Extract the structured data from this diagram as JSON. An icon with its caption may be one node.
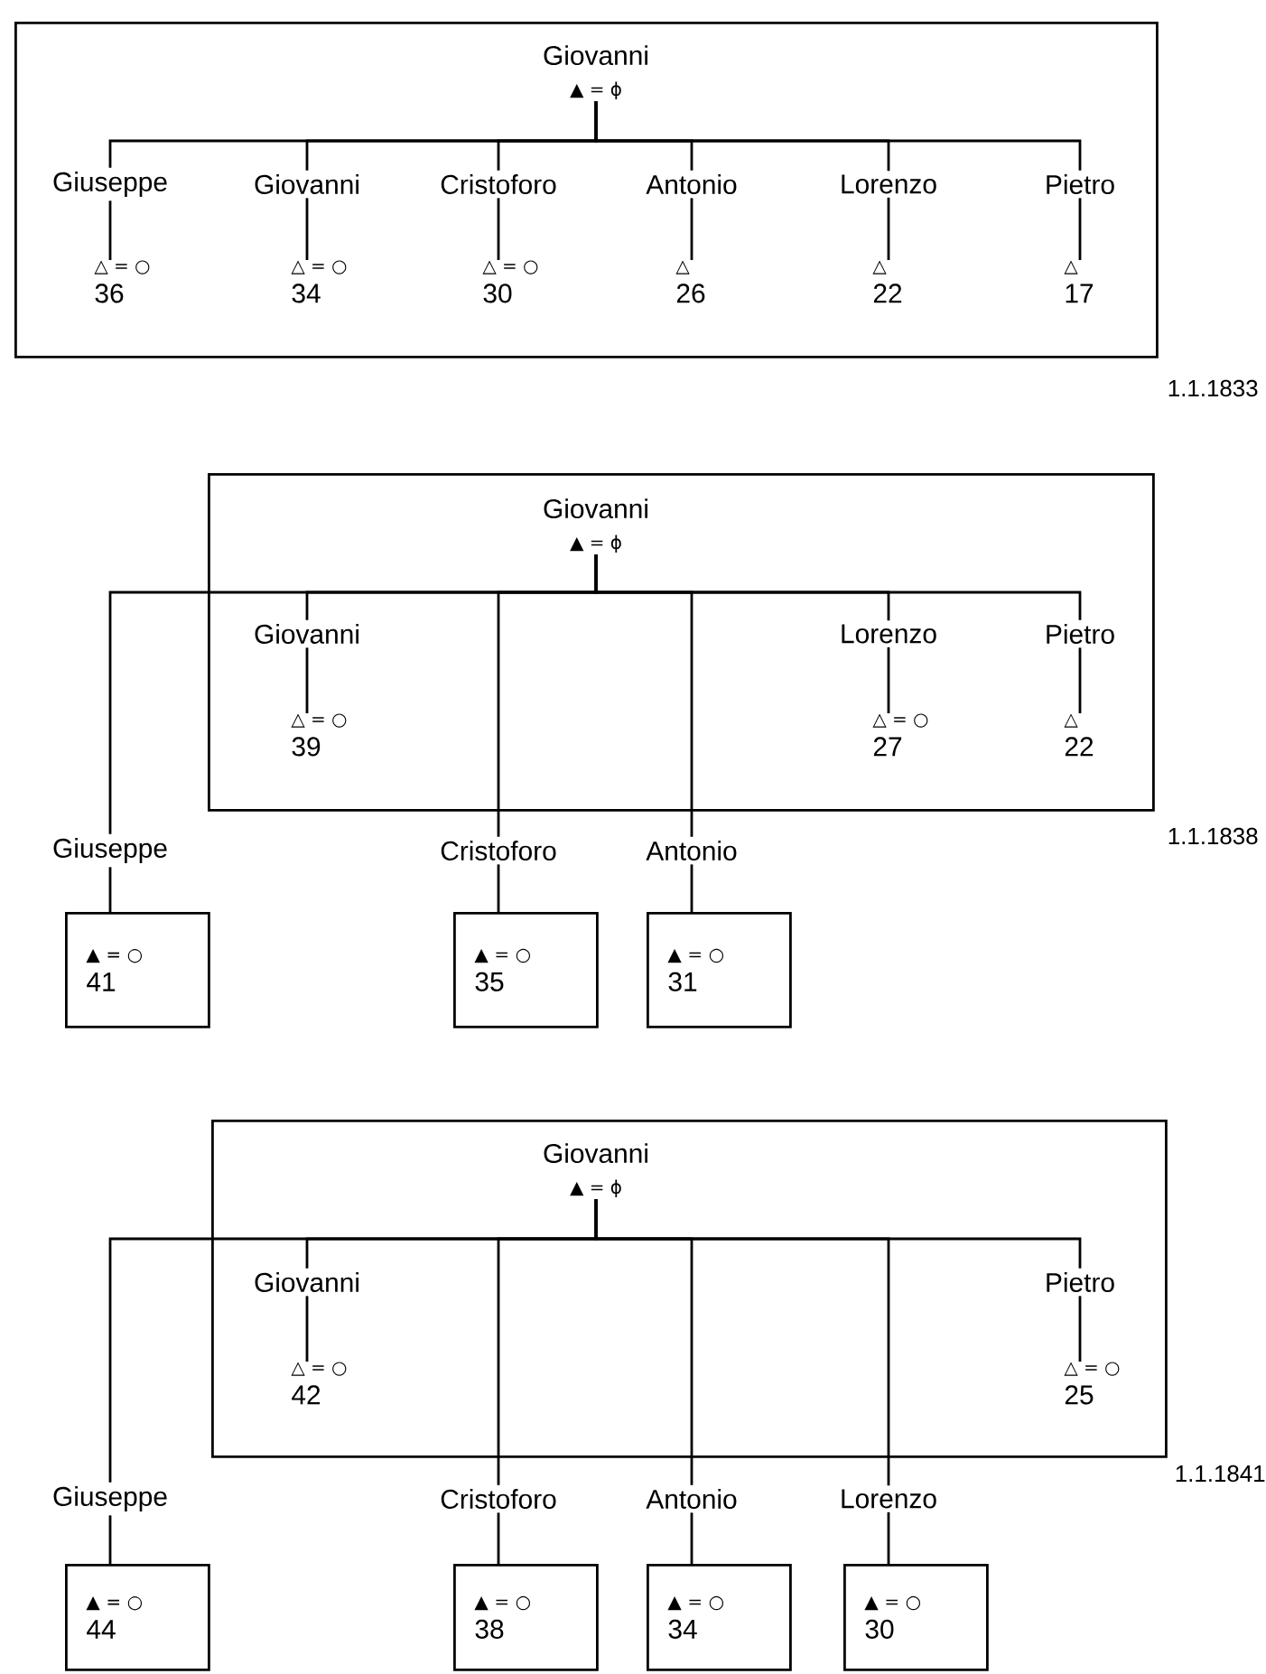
{
  "diagram": {
    "nodes": [
      {
        "text": [],
        "shape": "box",
        "beside": [
          "1.1.1833"
        ]
      },
      {
        "text": [
          "Giovanni",
          "▲ = ϕ"
        ],
        "in": 0
      },
      {
        "text": [
          "Giuseppe"
        ],
        "in": 0
      },
      {
        "text": [
          "△ = ○",
          "36"
        ],
        "in": 0
      },
      {
        "text": [
          "Giovanni"
        ],
        "in": 0
      },
      {
        "text": [
          "△ = ○",
          "34"
        ],
        "in": 0
      },
      {
        "text": [
          "Cristoforo"
        ],
        "in": 0
      },
      {
        "text": [
          "△ = ○",
          "30"
        ],
        "in": 0
      },
      {
        "text": [
          "Antonio"
        ],
        "in": 0
      },
      {
        "text": [
          "△",
          "26"
        ],
        "in": 0
      },
      {
        "text": [
          "Lorenzo"
        ],
        "in": 0
      },
      {
        "text": [
          "△",
          "22"
        ],
        "in": 0
      },
      {
        "text": [
          "Pietro"
        ],
        "in": 0
      },
      {
        "text": [
          "△",
          "17"
        ],
        "in": 0
      },
      {
        "text": [],
        "shape": "box",
        "beside": [
          "1.1.1838"
        ]
      },
      {
        "text": [
          "Giovanni",
          "▲ = ϕ"
        ],
        "in": 14
      },
      {
        "text": [
          "Giuseppe"
        ]
      },
      {
        "text": [
          "▲ = ○",
          "41"
        ]
      },
      {
        "text": [
          "Giovanni"
        ],
        "in": 14
      },
      {
        "text": [
          "△ = ○",
          "39"
        ],
        "in": 14
      },
      {
        "text": [
          "Cristoforo"
        ]
      },
      {
        "text": [
          "▲ = ○",
          "35"
        ]
      },
      {
        "text": [
          "Antonio"
        ]
      },
      {
        "text": [
          "▲ = ○",
          "31"
        ]
      },
      {
        "text": [
          "Lorenzo"
        ],
        "in": 14
      },
      {
        "text": [
          "△ = ○",
          "27"
        ],
        "in": 14
      },
      {
        "text": [
          "Pietro"
        ],
        "in": 14
      },
      {
        "text": [
          "△",
          "22"
        ],
        "in": 14
      },
      {
        "text": [],
        "shape": "box",
        "beside": [
          "1.1.1841"
        ]
      },
      {
        "text": [
          "Giovanni",
          "▲ = ϕ"
        ],
        "in": 28
      },
      {
        "text": [
          "Giuseppe"
        ]
      },
      {
        "text": [
          "▲ = ○",
          "44"
        ]
      },
      {
        "text": [
          "Giovanni"
        ],
        "in": 28
      },
      {
        "text": [
          "△ = ○",
          "42"
        ],
        "in": 28
      },
      {
        "text": [
          "Cristoforo"
        ]
      },
      {
        "text": [
          "▲ = ○",
          "38"
        ]
      },
      {
        "text": [
          "Antonio"
        ]
      },
      {
        "text": [
          "▲ = ○",
          "34"
        ]
      },
      {
        "text": [
          "Lorenzo"
        ]
      },
      {
        "text": [
          "▲ = ○",
          "30"
        ]
      },
      {
        "text": [
          "Pietro"
        ],
        "in": 28
      },
      {
        "text": [
          "△ = ○",
          "25"
        ],
        "in": 28
      }
    ],
    "edges": [
      {
        "from": 1,
        "to": 2,
        "arrow": "none"
      },
      {
        "from": 2,
        "to": 3,
        "arrow": "none"
      },
      {
        "from": 1,
        "to": 4,
        "arrow": "none"
      },
      {
        "from": 4,
        "to": 5,
        "arrow": "none"
      },
      {
        "from": 1,
        "to": 6,
        "arrow": "none"
      },
      {
        "from": 6,
        "to": 7,
        "arrow": "none"
      },
      {
        "from": 1,
        "to": 8,
        "arrow": "none"
      },
      {
        "from": 8,
        "to": 9,
        "arrow": "none"
      },
      {
        "from": 1,
        "to": 10,
        "arrow": "none"
      },
      {
        "from": 10,
        "to": 11,
        "arrow": "none"
      },
      {
        "from": 1,
        "to": 12,
        "arrow": "none"
      },
      {
        "from": 12,
        "to": 13,
        "arrow": "none"
      },
      {
        "from": 15,
        "to": 16,
        "arrow": "none"
      },
      {
        "from": 16,
        "to": 17,
        "arrow": "none"
      },
      {
        "from": 15,
        "to": 18,
        "arrow": "none"
      },
      {
        "from": 18,
        "to": 19,
        "arrow": "none"
      },
      {
        "from": 15,
        "to": 20,
        "arrow": "none"
      },
      {
        "from": 20,
        "to": 21,
        "arrow": "none"
      },
      {
        "from": 15,
        "to": 22,
        "arrow": "none"
      },
      {
        "from": 22,
        "to": 23,
        "arrow": "none"
      },
      {
        "from": 15,
        "to": 24,
        "arrow": "none"
      },
      {
        "from": 24,
        "to": 25,
        "arrow": "none"
      },
      {
        "from": 15,
        "to": 26,
        "arrow": "none"
      },
      {
        "from": 26,
        "to": 27,
        "arrow": "none"
      },
      {
        "from": 29,
        "to": 30,
        "arrow": "none"
      },
      {
        "from": 30,
        "to": 31,
        "arrow": "none"
      },
      {
        "from": 29,
        "to": 32,
        "arrow": "none"
      },
      {
        "from": 32,
        "to": 33,
        "arrow": "none"
      },
      {
        "from": 29,
        "to": 34,
        "arrow": "none"
      },
      {
        "from": 34,
        "to": 35,
        "arrow": "none"
      },
      {
        "from": 29,
        "to": 36,
        "arrow": "none"
      },
      {
        "from": 36,
        "to": 37,
        "arrow": "none"
      },
      {
        "from": 29,
        "to": 38,
        "arrow": "none"
      },
      {
        "from": 38,
        "to": 39,
        "arrow": "none"
      },
      {
        "from": 29,
        "to": 40,
        "arrow": "none"
      },
      {
        "from": 40,
        "to": 41,
        "arrow": "none"
      }
    ]
  }
}
